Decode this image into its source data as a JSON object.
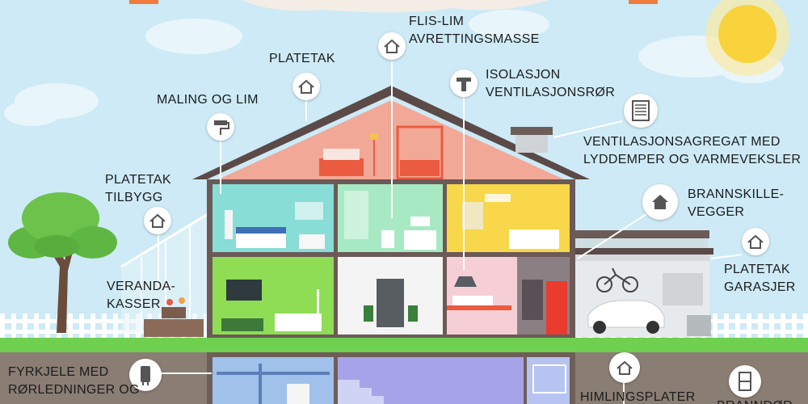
{
  "labels": {
    "flis_lim": [
      "FLIS-LIM",
      "AVRETTINGSMASSE"
    ],
    "platetak": [
      "PLATETAK"
    ],
    "isolasjon": [
      "ISOLASJON",
      "VENTILASJONSRØR"
    ],
    "maling": [
      "MALING OG LIM"
    ],
    "ventilasjon": [
      "VENTILASJONSAGREGAT  MED",
      "LYDDEMPER OG VARMEVEKSLER"
    ],
    "platetak_tilbygg": [
      "PLATETAK",
      "TILBYGG"
    ],
    "brannskille": [
      "BRANNSKILLE-",
      "VEGGER"
    ],
    "platetak_garasjer": [
      "PLATETAK",
      "GARASJER"
    ],
    "veranda": [
      "VERANDA-",
      "KASSER"
    ],
    "fyrkjele": [
      "FYRKJELE MED",
      "RØRLEDNINGER OG"
    ],
    "himling": [
      "HIMLINGSPLATER"
    ],
    "brann_cut": [
      "BRANNDØR"
    ]
  },
  "colors": {
    "sky": "#cdeaf6",
    "roof": "#5b4a48",
    "attic": "#f2a897",
    "ground": "#6fcf4f",
    "sun": "#f9d33b",
    "basement": "#6f5e57"
  },
  "icons": [
    "house-icon",
    "paint-roller-icon",
    "vent-pipe-icon",
    "ventilation-unit-icon",
    "boiler-icon",
    "door-icon",
    "sun-icon"
  ]
}
